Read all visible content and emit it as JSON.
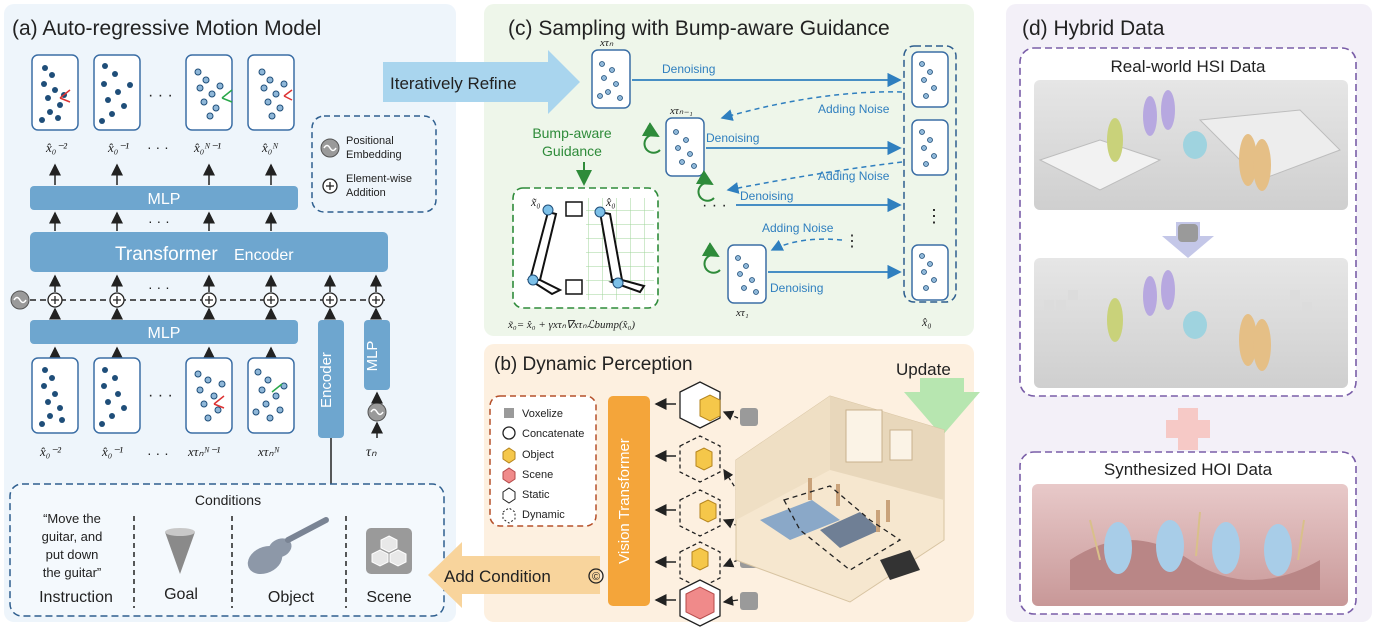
{
  "panel_a": {
    "title": "(a) Auto-regressive Motion Model",
    "mlp_top": "MLP",
    "transformer": "Transformer",
    "transformer_suffix": "Encoder",
    "mlp_bottom": "MLP",
    "encoder": "Encoder",
    "mlp_small": "MLP",
    "dots": "· · ·",
    "top_labels": [
      "x̂₀⁻²",
      "x̂₀⁻¹",
      "· · ·",
      "x̂₀ᴺ⁻¹",
      "x̂₀ᴺ"
    ],
    "bottom_labels": [
      "x̂₀⁻²",
      "x̂₀⁻¹",
      "· · ·",
      "xτₙᴺ⁻¹",
      "xτₙᴺ",
      "τₙ"
    ],
    "legend": {
      "pos_emb_line1": "Positional",
      "pos_emb_line2": "Embedding",
      "add_line1": "Element-wise",
      "add_line2": "Addition"
    },
    "conditions": {
      "title": "Conditions",
      "instruction_quote": [
        "“Move the",
        "guitar, and",
        "put down",
        "the guitar”"
      ],
      "instruction": "Instruction",
      "goal": "Goal",
      "object": "Object",
      "scene": "Scene"
    }
  },
  "panel_b": {
    "title": "(b) Dynamic Perception",
    "vit": "Vision Transformer",
    "legend": [
      "Voxelize",
      "Concatenate",
      "Object",
      "Scene",
      "Static",
      "Dynamic"
    ],
    "add_condition": "Add Condition",
    "concat_symbol": "©"
  },
  "panel_c": {
    "title": "(c) Sampling with Bump-aware Guidance",
    "iteratively_refine": "Iteratively Refine",
    "denoising": "Denoising",
    "adding_noise": "Adding Noise",
    "guidance_line1": "Bump-aware",
    "guidance_line2": "Guidance",
    "update": "Update",
    "x_tau_n": "xτₙ",
    "x_tau_n_minus_1": "xτₙ₋₁",
    "x_tau_1": "xτ₁",
    "x0_hat": "x̂₀",
    "x0_tilde": "x̃₀",
    "formula": "x̃₀= x̂₀ + γxτₙ∇xτₙℒbump(x̂₀)"
  },
  "panel_d": {
    "title": "(d) Hybrid Data",
    "real": "Real-world HSI Data",
    "synth": "Synthesized HOI Data"
  },
  "colors": {
    "blue_block": "#6ea6cf",
    "accent_blue": "#2f7fbf",
    "green": "#2e8b3a",
    "orange": "#f4a53a",
    "purple": "#7a5ea8"
  }
}
